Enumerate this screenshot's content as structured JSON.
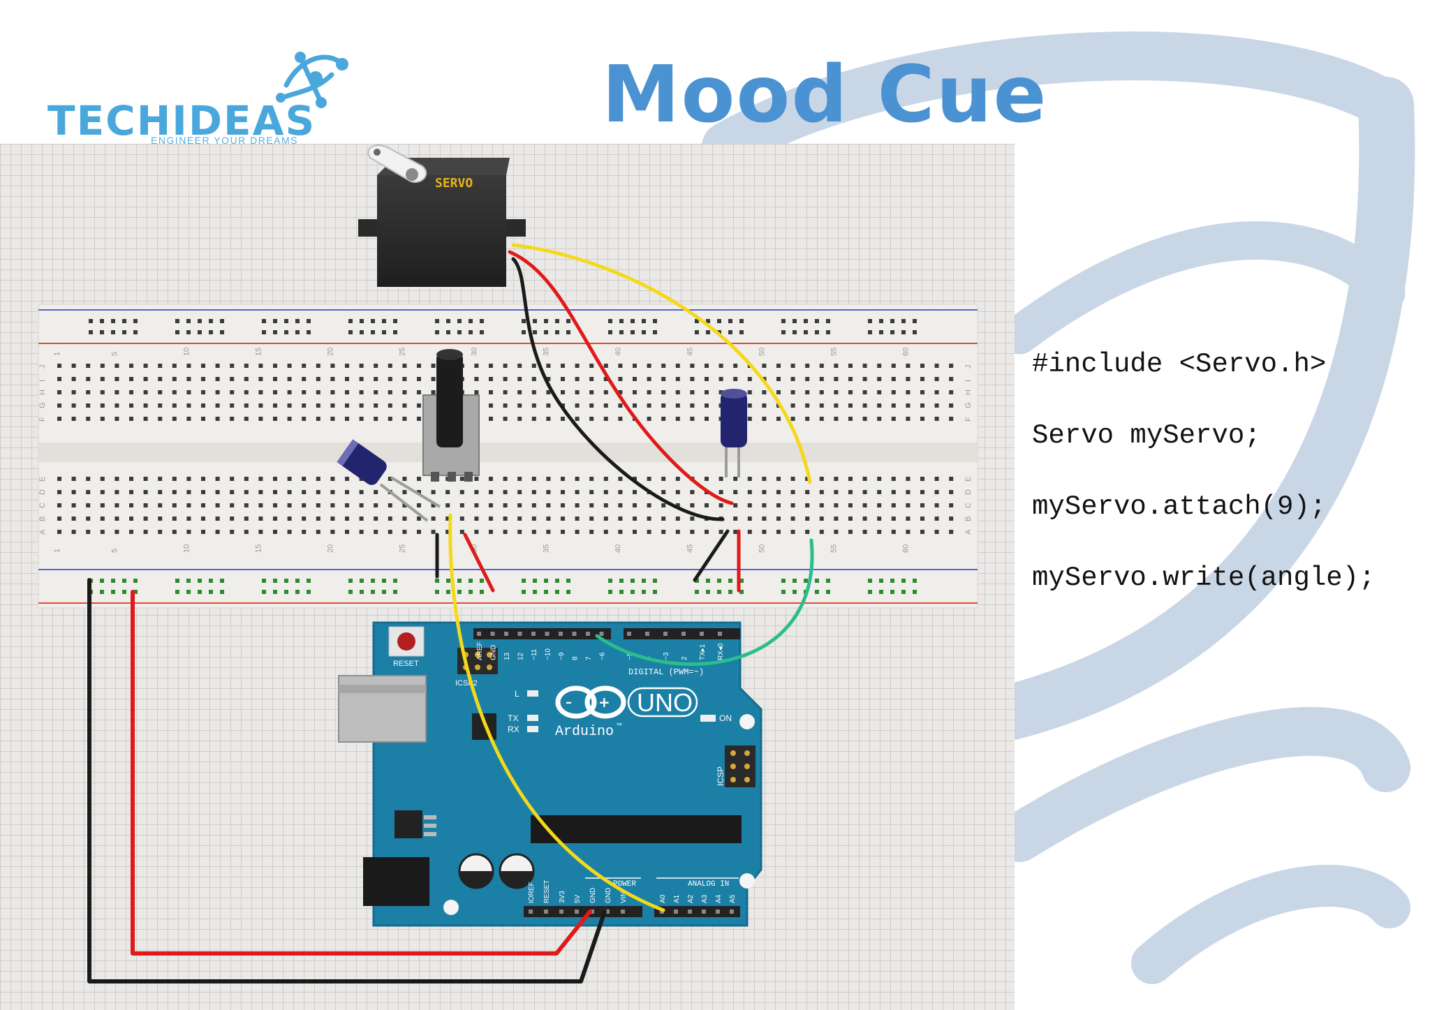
{
  "slide": {
    "title": "Mood Cue"
  },
  "logo": {
    "name": "TECHIDEAS",
    "tagline": "ENGINEER YOUR DREAMS"
  },
  "circuit": {
    "servo_label": "SERVO",
    "arduino": {
      "brand": "Arduino",
      "trademark": "™",
      "model": "UNO",
      "reset_label": "RESET",
      "digital_label": "DIGITAL (PWM=~)",
      "power_label": "POWER",
      "analog_label": "ANALOG IN",
      "icsp_label": "ICSP",
      "icsp2_label": "ICSP2",
      "on_label": "ON",
      "l_label": "L",
      "tx_label": "TX",
      "rx_label": "RX",
      "header_top_labels": [
        "AREF",
        "GND",
        "13",
        "12",
        "~11",
        "~10",
        "~9",
        "8",
        "7",
        "~6",
        "~5",
        "4",
        "~3",
        "2",
        "TX▸1",
        "RX◂0"
      ],
      "header_power_labels": [
        "IOREF",
        "RESET",
        "3V3",
        "5V",
        "GND",
        "GND",
        "VIN"
      ],
      "header_analog_labels": [
        "A0",
        "A1",
        "A2",
        "A3",
        "A4",
        "A5"
      ]
    },
    "breadboard": {
      "column_numbers": [
        "1",
        "5",
        "10",
        "15",
        "20",
        "25",
        "30",
        "35",
        "40",
        "45",
        "50",
        "55",
        "60"
      ],
      "row_letters_top": [
        "J",
        "I",
        "H",
        "G",
        "F"
      ],
      "row_letters_bottom": [
        "E",
        "D",
        "C",
        "B",
        "A"
      ]
    },
    "colors": {
      "board": "#1b7fa6",
      "wire_red": "#e0191b",
      "wire_black": "#1a1a1a",
      "wire_yellow": "#f4d91a",
      "wire_green": "#2bbd8c",
      "capacitor": "#23246e"
    }
  },
  "code": {
    "lines": [
      "#include <Servo.h>",
      "Servo myServo;",
      "myServo.attach(9);",
      "myServo.write(angle);"
    ]
  }
}
